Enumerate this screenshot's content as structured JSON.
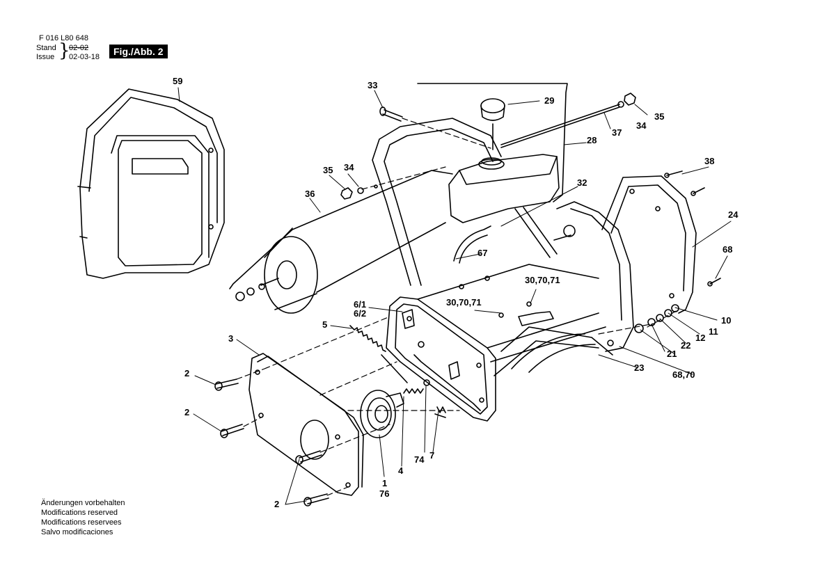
{
  "header": {
    "part_number": "F 016 L80 648",
    "stand_label": "Stand",
    "issue_label": "Issue",
    "stand_value": "02-02",
    "issue_value": "02-03-18",
    "figure_tag": "Fig./Abb. 2"
  },
  "callouts": {
    "c59": "59",
    "c33": "33",
    "c29": "29",
    "c35a": "35",
    "c34a": "34",
    "c37": "37",
    "c28": "28",
    "c35b": "35",
    "c34b": "34",
    "c36": "36",
    "c32": "32",
    "c38": "38",
    "c24": "24",
    "c68a": "68",
    "c67": "67",
    "c3070a": "30,70,71",
    "c3070b": "30,70,71",
    "c61": "6/1",
    "c62": "6/2",
    "c5": "5",
    "c3": "3",
    "c10": "10",
    "c11": "11",
    "c12": "12",
    "c22": "22",
    "c21": "21",
    "c23": "23",
    "c6870": "68,70",
    "c2a": "2",
    "c2b": "2",
    "c2c": "2",
    "c74": "74",
    "c7": "7",
    "c4": "4",
    "c1": "1",
    "c76": "76"
  },
  "notes": {
    "line1": "Änderungen vorbehalten",
    "line2": "Modifications reserved",
    "line3": "Modifications reservees",
    "line4": "Salvo modificaciones"
  }
}
